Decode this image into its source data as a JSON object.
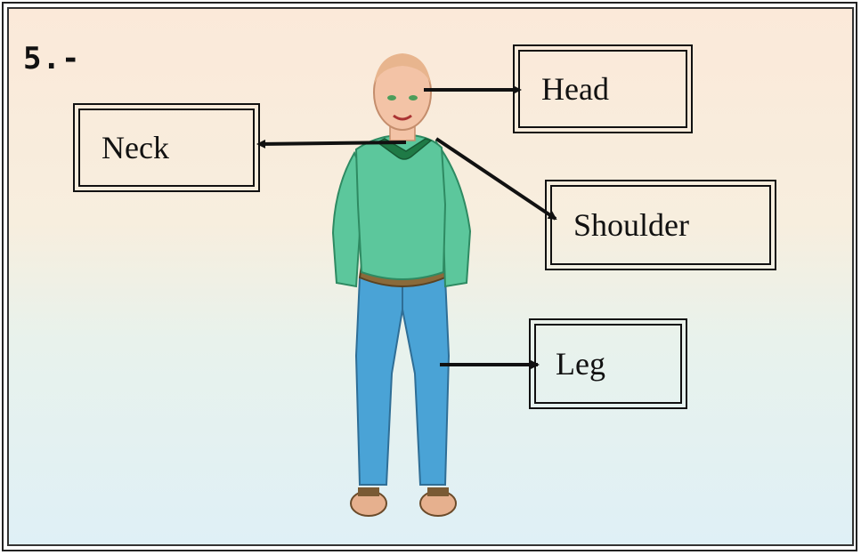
{
  "question_number": "5.-",
  "labels": {
    "head": "Head",
    "neck": "Neck",
    "shoulder": "Shoulder",
    "leg": "Leg"
  },
  "colors": {
    "sweater": "#5cc79c",
    "trousers": "#4aa3d6",
    "skin": "#f3c3a6",
    "belt": "#8a6a3a",
    "arrow": "#111111"
  }
}
